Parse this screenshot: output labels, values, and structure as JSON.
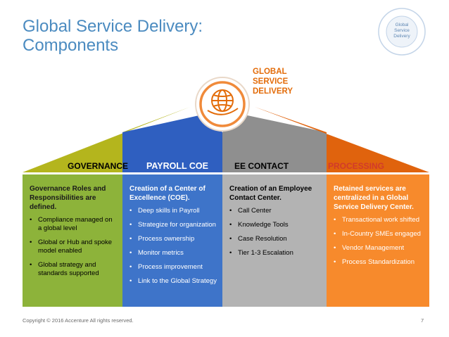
{
  "title": {
    "line1": "Global Service Delivery:",
    "line2": "Components"
  },
  "badge": {
    "line1": "Global",
    "line2": "Service",
    "line3": "Delivery"
  },
  "center": {
    "line1": "GLOBAL",
    "line2": "SERVICE",
    "line3": "DELIVERY"
  },
  "colors": {
    "governance": "#8db33a",
    "payroll": "#3e74c9",
    "ee_contact": "#b3b3b3",
    "processing": "#f78a2c",
    "roof_green": "#b4b51d",
    "roof_blue": "#2f5fc0",
    "roof_gray": "#8f8f8f",
    "roof_orange": "#e0630d",
    "title": "#4b8bc0"
  },
  "columns": [
    {
      "header": "GOVERNANCE",
      "heading": "Governance Roles and Responsibilities are defined.",
      "bullets": [
        "Compliance managed on a global level",
        "Global or Hub and spoke model enabled",
        "Global strategy and standards supported"
      ]
    },
    {
      "header": "PAYROLL COE",
      "heading": "Creation of a Center of Excellence (COE).",
      "bullets": [
        "Deep skills in Payroll",
        "Strategize for organization",
        "Process ownership",
        "Monitor metrics",
        "Process improvement",
        "Link to the Global Strategy"
      ]
    },
    {
      "header": "EE CONTACT",
      "heading": "Creation of an Employee Contact Center.",
      "bullets": [
        "Call Center",
        "Knowledge Tools",
        "Case Resolution",
        "Tier 1-3 Escalation"
      ]
    },
    {
      "header": "PROCESSING",
      "heading": "Retained services are centralized in a Global Service Delivery Center.",
      "bullets": [
        "Transactional work shifted",
        "In-Country SMEs engaged",
        "Vendor Management",
        "Process Standardization"
      ]
    }
  ],
  "footer": {
    "copyright": "Copyright © 2016 Accenture All rights reserved.",
    "page": "7"
  }
}
